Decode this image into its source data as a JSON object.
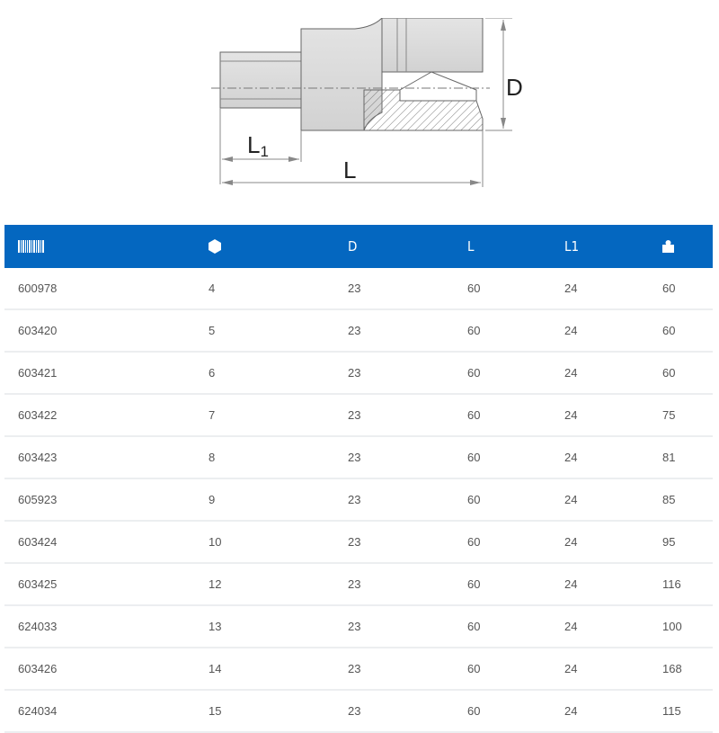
{
  "drawing": {
    "labels": {
      "d": "D",
      "l": "L",
      "l1_main": "L",
      "l1_sub": "1"
    },
    "description": "Hex bit socket cross-section with dimension lines D, L, L1"
  },
  "colors": {
    "header_bg": "#0467c0",
    "header_text": "#ffffff",
    "row_border": "#eceef0",
    "cell_text": "#555555"
  },
  "table": {
    "headers": [
      {
        "key": "code",
        "icon": "barcode-icon",
        "label": ""
      },
      {
        "key": "hex",
        "icon": "hexagon-icon",
        "label": ""
      },
      {
        "key": "d",
        "label": "D"
      },
      {
        "key": "l",
        "label": "L"
      },
      {
        "key": "l1",
        "label": "L1"
      },
      {
        "key": "weight",
        "icon": "weight-icon",
        "label": ""
      }
    ],
    "rows": [
      [
        "600978",
        "4",
        "23",
        "60",
        "24",
        "60"
      ],
      [
        "603420",
        "5",
        "23",
        "60",
        "24",
        "60"
      ],
      [
        "603421",
        "6",
        "23",
        "60",
        "24",
        "60"
      ],
      [
        "603422",
        "7",
        "23",
        "60",
        "24",
        "75"
      ],
      [
        "603423",
        "8",
        "23",
        "60",
        "24",
        "81"
      ],
      [
        "605923",
        "9",
        "23",
        "60",
        "24",
        "85"
      ],
      [
        "603424",
        "10",
        "23",
        "60",
        "24",
        "95"
      ],
      [
        "603425",
        "12",
        "23",
        "60",
        "24",
        "116"
      ],
      [
        "624033",
        "13",
        "23",
        "60",
        "24",
        "100"
      ],
      [
        "603426",
        "14",
        "23",
        "60",
        "24",
        "168"
      ],
      [
        "624034",
        "15",
        "23",
        "60",
        "24",
        "115"
      ]
    ]
  }
}
